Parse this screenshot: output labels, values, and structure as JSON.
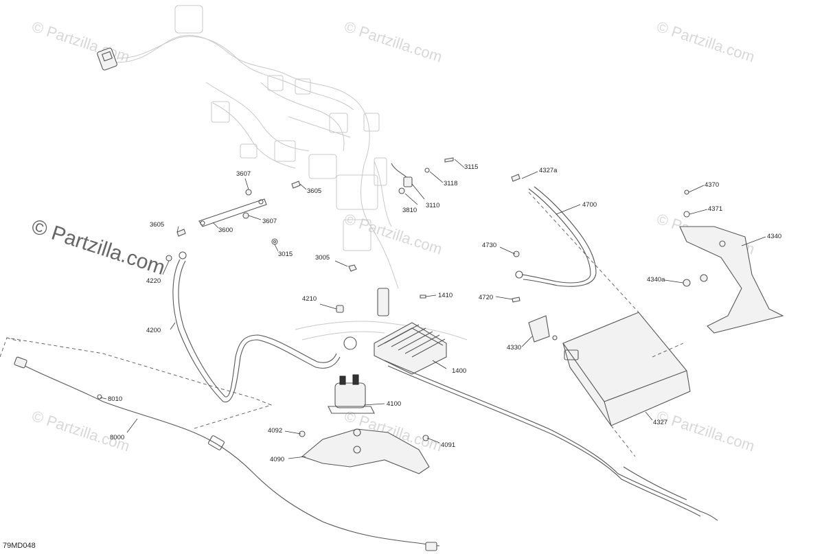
{
  "watermark": {
    "text": "© Partzilla.com",
    "featured_text": "© Partzilla.com"
  },
  "diagram_code": "79MD048",
  "callouts": [
    {
      "id": "3607a",
      "label": "3607"
    },
    {
      "id": "3605a",
      "label": "3605"
    },
    {
      "id": "3605b",
      "label": "3605"
    },
    {
      "id": "3607b",
      "label": "3607"
    },
    {
      "id": "3600",
      "label": "3600"
    },
    {
      "id": "3015",
      "label": "3015"
    },
    {
      "id": "3005",
      "label": "3005"
    },
    {
      "id": "3115",
      "label": "3115"
    },
    {
      "id": "3118",
      "label": "3118"
    },
    {
      "id": "3810",
      "label": "3810"
    },
    {
      "id": "3110",
      "label": "3110"
    },
    {
      "id": "4220",
      "label": "4220"
    },
    {
      "id": "4200",
      "label": "4200"
    },
    {
      "id": "4210",
      "label": "4210"
    },
    {
      "id": "1410",
      "label": "1410"
    },
    {
      "id": "1400",
      "label": "1400"
    },
    {
      "id": "4100",
      "label": "4100"
    },
    {
      "id": "4092",
      "label": "4092"
    },
    {
      "id": "4090",
      "label": "4090"
    },
    {
      "id": "4091",
      "label": "4091"
    },
    {
      "id": "8010",
      "label": "8010"
    },
    {
      "id": "8000",
      "label": "8000"
    },
    {
      "id": "4327a",
      "label": "4327a"
    },
    {
      "id": "4700",
      "label": "4700"
    },
    {
      "id": "4730",
      "label": "4730"
    },
    {
      "id": "4720",
      "label": "4720"
    },
    {
      "id": "4330",
      "label": "4330"
    },
    {
      "id": "4327",
      "label": "4327"
    },
    {
      "id": "4370",
      "label": "4370"
    },
    {
      "id": "4371",
      "label": "4371"
    },
    {
      "id": "4340",
      "label": "4340"
    },
    {
      "id": "4340a",
      "label": "4340a"
    }
  ]
}
